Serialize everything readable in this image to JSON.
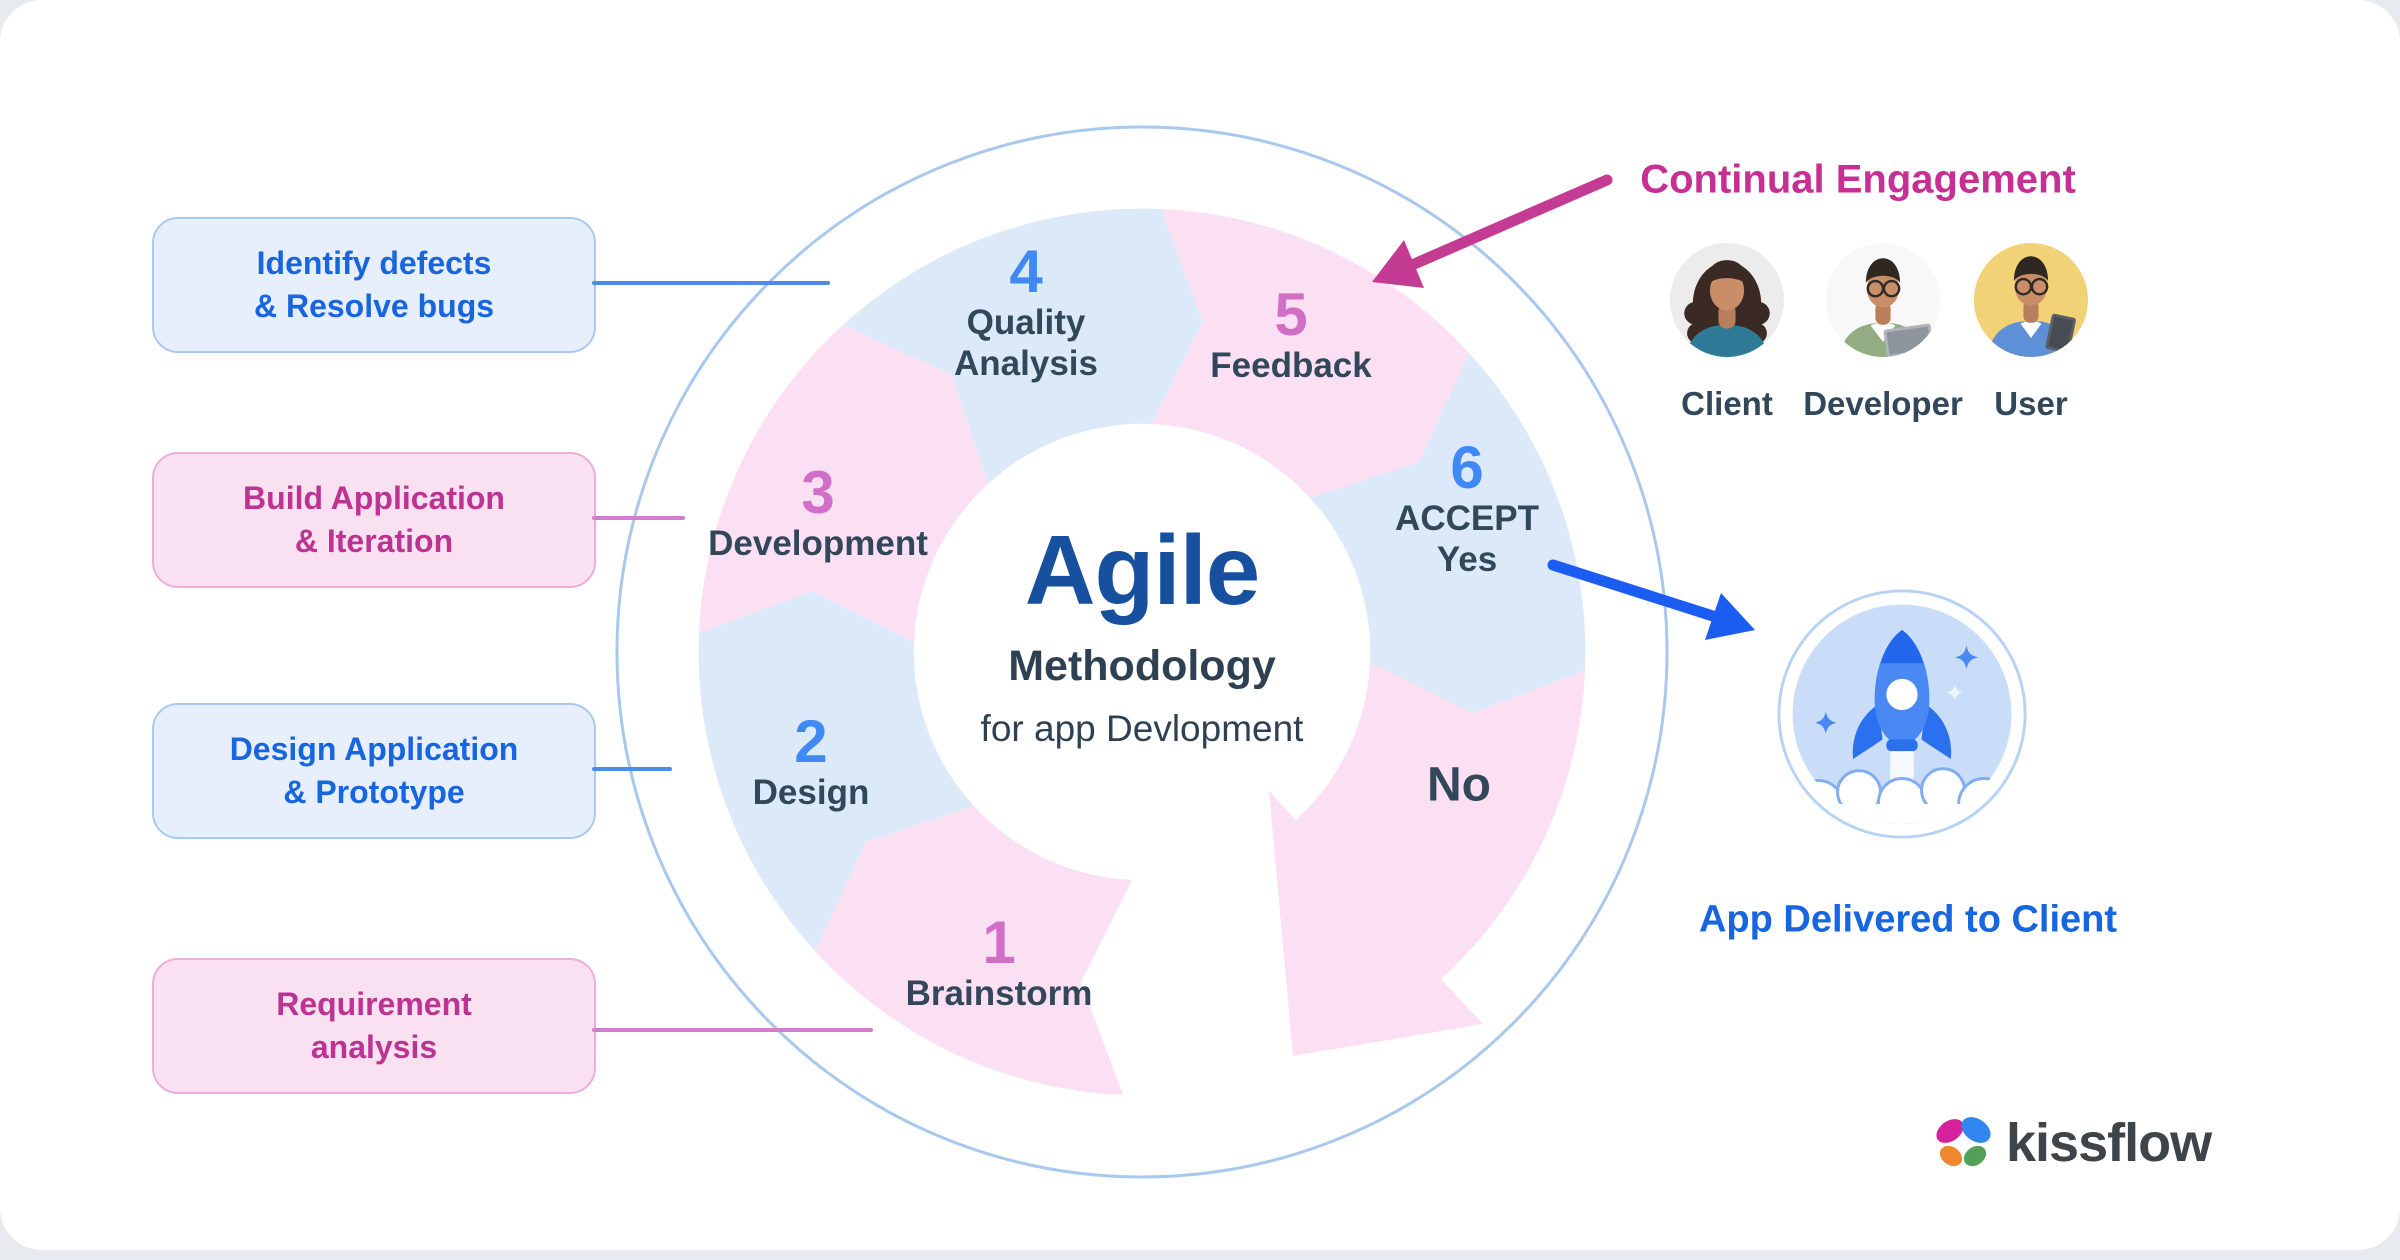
{
  "left_boxes": [
    {
      "line1": "Identify defects",
      "line2": "& Resolve bugs",
      "style": "blue"
    },
    {
      "line1": "Build Application",
      "line2": "& Iteration",
      "style": "pink"
    },
    {
      "line1": "Design Application",
      "line2": "& Prototype",
      "style": "blue"
    },
    {
      "line1": "Requirement",
      "line2": "analysis",
      "style": "pink"
    }
  ],
  "wheel": {
    "center_title": "Agile",
    "center_subtitle": "Methodology",
    "center_caption": "for app Devlopment",
    "steps": [
      {
        "number": "1",
        "label": "Brainstorm",
        "style": "pink"
      },
      {
        "number": "2",
        "label": "Design",
        "style": "blue"
      },
      {
        "number": "3",
        "label": "Development",
        "style": "pink"
      },
      {
        "number": "4",
        "label_line1": "Quality",
        "label_line2": "Analysis",
        "style": "blue"
      },
      {
        "number": "5",
        "label": "Feedback",
        "style": "pink"
      },
      {
        "number": "6",
        "label_line1": "ACCEPT",
        "label_line2": "Yes",
        "style": "blue"
      }
    ],
    "no_label": "No"
  },
  "engagement": {
    "title": "Continual Engagement",
    "people": [
      {
        "label": "Client"
      },
      {
        "label": "Developer"
      },
      {
        "label": "User"
      }
    ]
  },
  "delivery": {
    "label": "App Delivered to Client"
  },
  "logo": {
    "wordmark": "kissflow"
  },
  "colors": {
    "page_background": "#e7eaee",
    "card_background": "#ffffff",
    "segment_blue": "#dbe9f8",
    "segment_pink": "#fbdff2",
    "outer_ring_stroke": "#a9c8ee",
    "number_blue": "#4089f5",
    "number_pink": "#d06fc5",
    "dark_text": "#33475a",
    "agile_blue": "#17509f",
    "magenta_accent": "#c82f94",
    "arrow_blue": "#1b5df0",
    "box_blue_text": "#1766e0",
    "box_pink_text": "#bc3391",
    "delivered_blue": "#1766e0",
    "logo_petal_magenta": "#d6219c",
    "logo_petal_blue": "#3087ef",
    "logo_petal_orange": "#f0862f",
    "logo_petal_green": "#53a158"
  }
}
